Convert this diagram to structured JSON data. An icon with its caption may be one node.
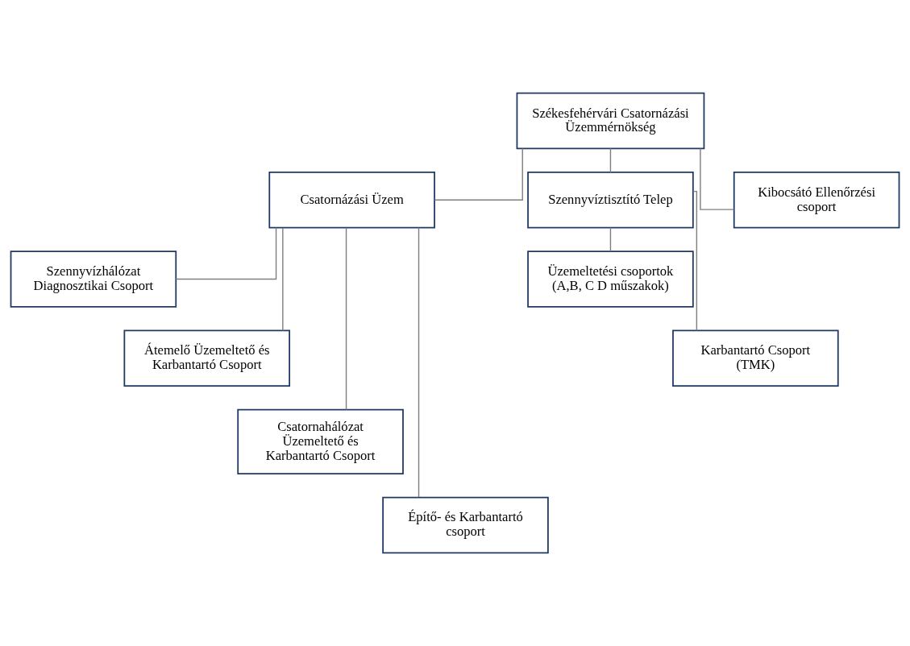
{
  "diagram": {
    "nodes": [
      {
        "text": [
          "Székesfehérvári Csatornázási Üzemmérnökség"
        ]
      },
      {
        "text": [
          "Csatornázási Üzem"
        ]
      },
      {
        "text": [
          "Szennyvíztisztító Telep"
        ]
      },
      {
        "text": [
          "Kibocsátó Ellenőrzési csoport"
        ]
      },
      {
        "text": [
          "Szennyvízhálózat Diagnosztikai Csoport"
        ]
      },
      {
        "text": [
          "Átemelő Üzemeltető és Karbantartó Csoport"
        ]
      },
      {
        "text": [
          "Csatornahálózat Üzemeltető és Karbantartó Csoport"
        ]
      },
      {
        "text": [
          "Építő- és Karbantartó csoport"
        ]
      },
      {
        "text": [
          "Üzemeltetési csoportok (A,B, C D műszakok)"
        ]
      },
      {
        "text": [
          "Karbantartó Csoport (TMK)"
        ]
      }
    ],
    "edges": [
      {
        "from": 0,
        "to": 1,
        "arrow": "none"
      },
      {
        "from": 0,
        "to": 2,
        "arrow": "none"
      },
      {
        "from": 0,
        "to": 3,
        "arrow": "none"
      },
      {
        "from": 1,
        "to": 4,
        "arrow": "none"
      },
      {
        "from": 1,
        "to": 5,
        "arrow": "none"
      },
      {
        "from": 1,
        "to": 6,
        "arrow": "none"
      },
      {
        "from": 1,
        "to": 7,
        "arrow": "none"
      },
      {
        "from": 2,
        "to": 8,
        "arrow": "none"
      },
      {
        "from": 2,
        "to": 9,
        "arrow": "none"
      }
    ]
  }
}
